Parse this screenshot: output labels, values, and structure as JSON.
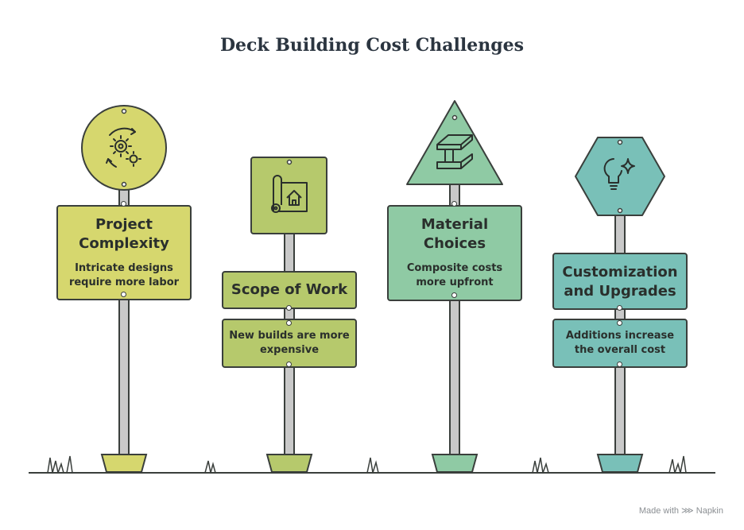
{
  "title": "Deck Building Cost Challenges",
  "footer": "Made with ⋙ Napkin",
  "colors": {
    "yellow_green": "#d6d76e",
    "olive_green": "#b6c96c",
    "sage_green": "#8fcaa4",
    "teal": "#79c0b8",
    "pole": "#c9c9c9",
    "outline": "#3a3f3c"
  },
  "signs": [
    {
      "heading": "Project Complexity",
      "heading_lines": [
        "Project",
        "Complexity"
      ],
      "description_lines": [
        "Intricate designs",
        "require more labor"
      ],
      "icon": "gears-cycle-icon",
      "shape": "circle"
    },
    {
      "heading": "Scope of Work",
      "heading_lines": [
        "Scope of Work"
      ],
      "description_lines": [
        "New builds are more",
        "expensive"
      ],
      "icon": "blueprint-house-icon",
      "shape": "square"
    },
    {
      "heading": "Material Choices",
      "heading_lines": [
        "Material",
        "Choices"
      ],
      "description_lines": [
        "Composite costs",
        "more upfront"
      ],
      "icon": "beam-material-icon",
      "shape": "triangle"
    },
    {
      "heading": "Customization and Upgrades",
      "heading_lines": [
        "Customization",
        "and Upgrades"
      ],
      "description_lines": [
        "Additions increase",
        "the overall cost"
      ],
      "icon": "lightbulb-sparkle-icon",
      "shape": "hexagon"
    }
  ]
}
